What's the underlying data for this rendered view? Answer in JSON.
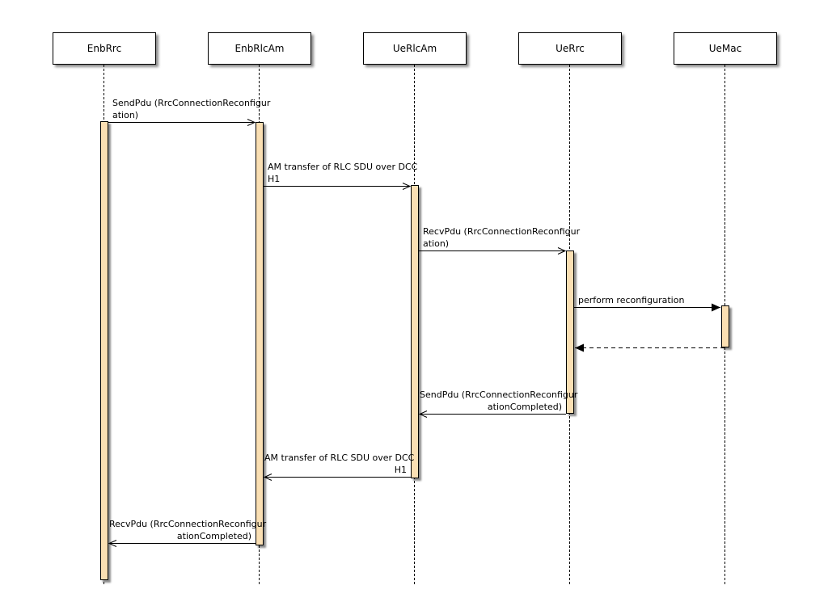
{
  "diagram": {
    "type": "sequence-diagram",
    "background_color": "#ffffff",
    "line_color": "#000000",
    "activation_bar_color": "#FADFB3",
    "actor_box_color": "#ffffff",
    "actors": [
      {
        "label": "EnbRrc"
      },
      {
        "label": "EnbRlcAm"
      },
      {
        "label": "UeRlcAm"
      },
      {
        "label": "UeRrc"
      },
      {
        "label": "UeMac"
      }
    ],
    "messages": [
      {
        "from": "EnbRrc",
        "to": "EnbRlcAm",
        "line1": "SendPdu (RrcConnectionReconfigur",
        "line2": "ation)",
        "arrow": "solid-open-right"
      },
      {
        "from": "EnbRlcAm",
        "to": "UeRlcAm",
        "line1": "AM transfer of RLC SDU over DCC",
        "line2": "H1",
        "arrow": "solid-open-right"
      },
      {
        "from": "UeRlcAm",
        "to": "UeRrc",
        "line1": "RecvPdu (RrcConnectionReconfigur",
        "line2": "ation)",
        "arrow": "solid-open-right"
      },
      {
        "from": "UeRrc",
        "to": "UeMac",
        "line1": "perform reconfiguration",
        "line2": "",
        "arrow": "solid-filled-right"
      },
      {
        "from": "UeMac",
        "to": "UeRrc",
        "line1": "",
        "line2": "",
        "arrow": "dashed-filled-left"
      },
      {
        "from": "UeRrc",
        "to": "UeRlcAm",
        "line1": "SendPdu (RrcConnectionReconfigur",
        "line2": "ationCompleted)",
        "arrow": "solid-open-left"
      },
      {
        "from": "UeRlcAm",
        "to": "EnbRlcAm",
        "line1": "AM transfer of RLC SDU over DCC",
        "line2": "H1",
        "arrow": "solid-open-left"
      },
      {
        "from": "EnbRlcAm",
        "to": "EnbRrc",
        "line1": "RecvPdu (RrcConnectionReconfigur",
        "line2": "ationCompleted)",
        "arrow": "solid-open-left"
      }
    ]
  }
}
